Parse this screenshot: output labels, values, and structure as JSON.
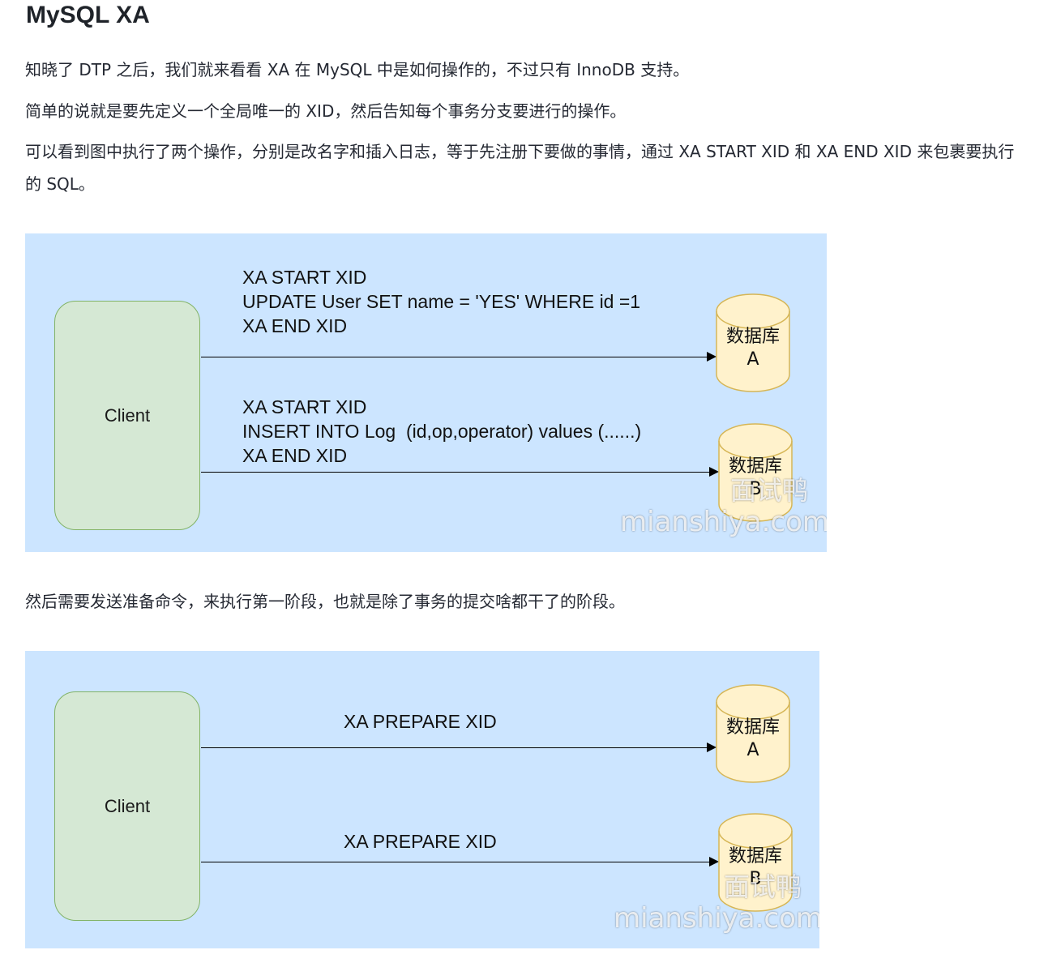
{
  "heading": "MySQL XA",
  "paragraphs": [
    "知晓了 DTP 之后，我们就来看看 XA 在 MySQL 中是如何操作的，不过只有 InnoDB 支持。",
    "简单的说就是要先定义一个全局唯一的 XID，然后告知每个事务分支要进行的操作。",
    "可以看到图中执行了两个操作，分别是改名字和插入日志，等于先注册下要做的事情，通过 XA START XID 和 XA END XID 来包裹要执行的 SQL。",
    "然后需要发送准备命令，来执行第一阶段，也就是除了事务的提交啥都干了的阶段。"
  ],
  "diagram1": {
    "client_label": "Client",
    "command_a": "XA START XID\nUPDATE User SET name = 'YES' WHERE id =1\nXA END XID",
    "command_b": "XA START XID\nINSERT INTO Log  (id,op,operator) values (......)\nXA END XID",
    "db_a": "数据库\nA",
    "db_b": "数据库\nB",
    "watermark_cn": "面试鸭",
    "watermark_site": "mianshiya.com"
  },
  "diagram2": {
    "client_label": "Client",
    "command_a": "XA PREPARE XID",
    "command_b": "XA PREPARE XID",
    "db_a": "数据库\nA",
    "db_b": "数据库\nB",
    "watermark_cn": "面试鸭",
    "watermark_site": "mianshiya.com"
  },
  "colors": {
    "diagram_bg": "#cce5ff",
    "client_fill": "#d5e8d4",
    "client_stroke": "#82b366",
    "db_fill": "#fff2cc",
    "db_stroke": "#d6b656"
  },
  "icons": [
    "database-cylinder-icon",
    "arrow-right-icon"
  ]
}
